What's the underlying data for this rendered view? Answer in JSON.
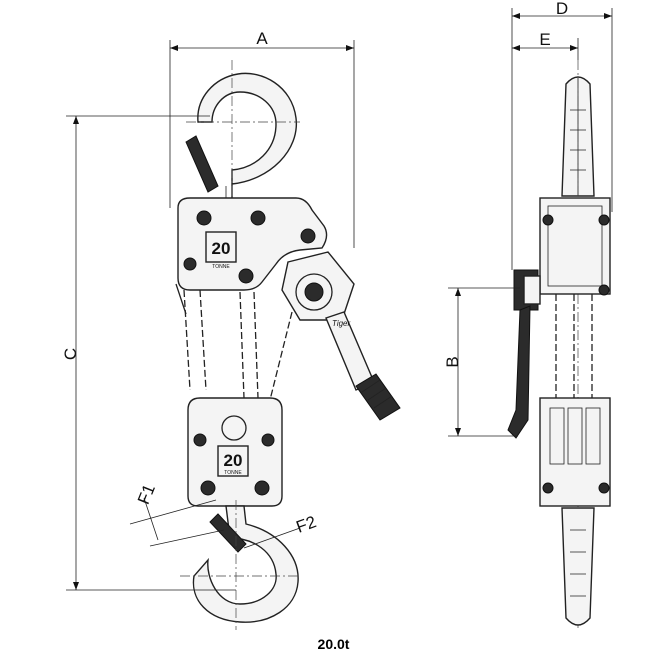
{
  "dimensions": {
    "a": "A",
    "b": "B",
    "c": "C",
    "d": "D",
    "e": "E",
    "f1": "F1",
    "f2": "F2"
  },
  "plates": {
    "top_capacity": "20",
    "top_unit": "TONNE",
    "bottom_capacity": "20",
    "bottom_unit": "TONNE"
  },
  "brand": "Tiger",
  "caption": "20.0t"
}
